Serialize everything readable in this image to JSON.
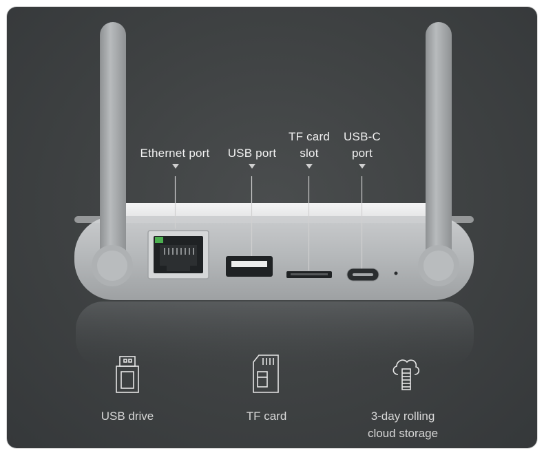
{
  "callouts": {
    "ethernet": "Ethernet port",
    "usb": "USB port",
    "tf_line1": "TF card",
    "tf_line2": "slot",
    "usbc_line1": "USB-C",
    "usbc_line2": "port"
  },
  "features": [
    {
      "label": "USB drive",
      "icon": "usb-drive-icon"
    },
    {
      "label": "TF card",
      "icon": "tf-card-icon"
    },
    {
      "label_line1": "3-day rolling",
      "label_line2": "cloud storage",
      "icon": "cloud-storage-icon"
    }
  ],
  "colors": {
    "background": "#3e4142",
    "device_body": "#b9bcbe",
    "device_top": "#e9eaeb",
    "antenna": "#a9acae",
    "indicator": "#4caf50",
    "text": "#f2f2f2"
  }
}
